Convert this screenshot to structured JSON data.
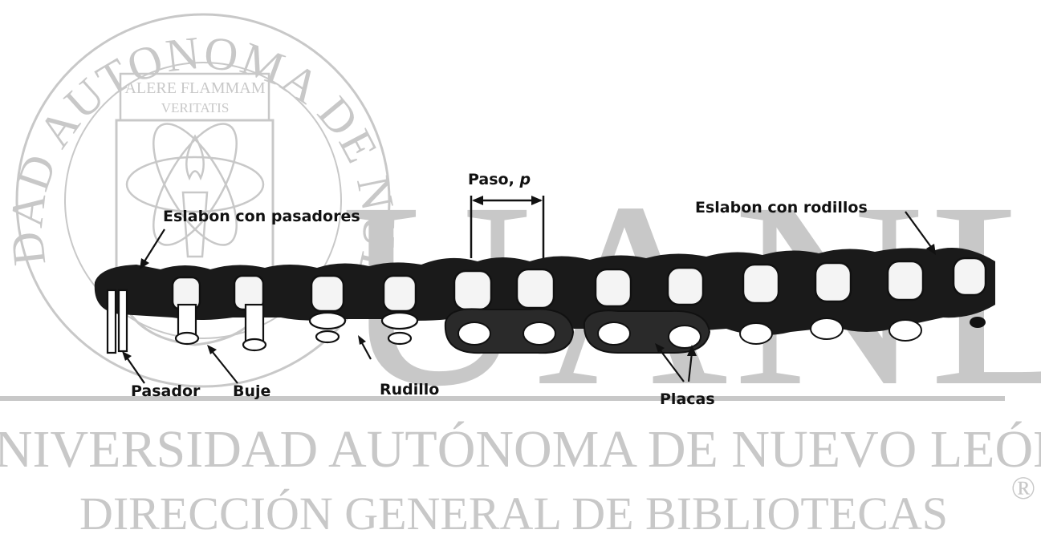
{
  "watermark": {
    "seal_ring_text": "UNIVERSIDAD AUTONOMA DE NUEVO LEON",
    "seal_motto_line1": "ALERE FLAMMAM",
    "seal_motto_line2": "VERITATIS",
    "big_letters": "UANL",
    "university": "UNIVERSIDAD AUTÓNOMA DE NUEVO LEÓN",
    "registered_mark": "®",
    "library": "DIRECCIÓN GENERAL DE BIBLIOTECAS"
  },
  "labels": {
    "pin_link": "Eslabon con pasadores",
    "roller_link": "Eslabon con rodillos",
    "pitch_prefix": "Paso, ",
    "pitch_symbol": "p",
    "pin": "Pasador",
    "bushing": "Buje",
    "roller": "Rudillo",
    "plates": "Placas"
  },
  "colors": {
    "watermark": "#c8c8c8",
    "ink": "#111111",
    "background": "#ffffff"
  }
}
